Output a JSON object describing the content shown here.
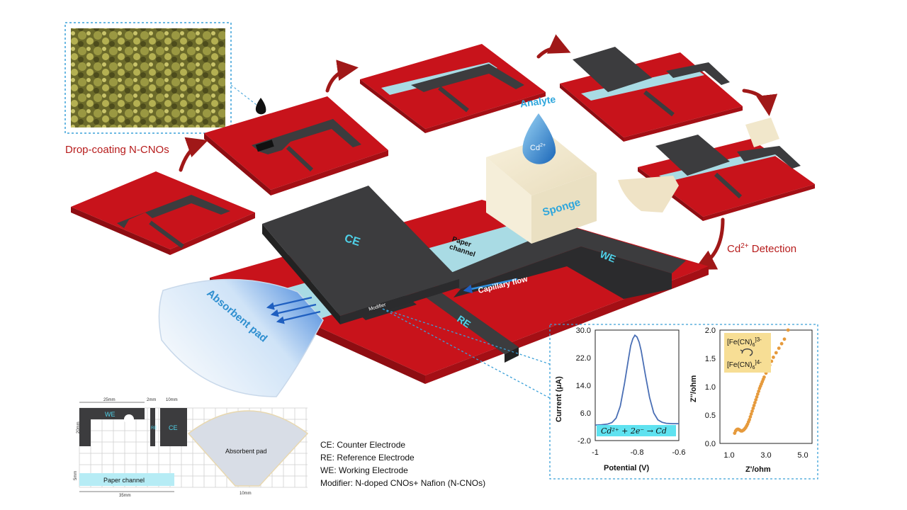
{
  "steps": {
    "dropcoat_label": "Drop-coating N-CNOs",
    "detection_label": "Cd",
    "detection_sup": "2+",
    "detection_suffix": " Detection",
    "analyte_label": "Analyte",
    "drop_ion": "Cd",
    "drop_ion_sup": "2+",
    "sponge_label": "Sponge"
  },
  "device": {
    "ce": "CE",
    "we": "WE",
    "re": "RE",
    "paper_channel_1": "Paper",
    "paper_channel_2": "channel",
    "capillary_flow": "Capillary flow",
    "modifier": "Modifier",
    "absorbent_pad": "Absorbent pad"
  },
  "schematic": {
    "dim_25": "25mm",
    "dim_2": "2mm",
    "dim_10_top": "10mm",
    "dim_20": "20mm",
    "dim_5": "5mm",
    "dim_35": "35mm",
    "dim_10_bottom": "10mm",
    "we": "WE",
    "re": "RE",
    "ce": "CE",
    "absorbent_pad": "Absorbent pad",
    "paper_channel": "Paper channel"
  },
  "legend": {
    "ce": "CE: Counter Electrode",
    "re": "RE: Reference Electrode",
    "we": "WE: Working Electrode",
    "modifier": "Modifier: N-doped CNOs+ Nafion (N-CNOs)"
  },
  "chart_data": [
    {
      "type": "line",
      "xlabel": "Potential (V)",
      "ylabel": "Current (μA)",
      "xlim": [
        -1.0,
        -0.6
      ],
      "ylim": [
        -2.0,
        30.0
      ],
      "x_ticks": [
        "-1",
        "-0.8",
        "-0.6"
      ],
      "y_ticks": [
        "-2.0",
        "6.0",
        "14.0",
        "22.0",
        "30.0"
      ],
      "annotation": "Cd²⁺ + 2e⁻ → Cd",
      "color": "#4a6fb5",
      "x": [
        -1.0,
        -0.97,
        -0.94,
        -0.92,
        -0.9,
        -0.88,
        -0.86,
        -0.84,
        -0.83,
        -0.82,
        -0.81,
        -0.8,
        -0.79,
        -0.78,
        -0.76,
        -0.74,
        -0.72,
        -0.7,
        -0.68,
        -0.66,
        -0.63,
        -0.6
      ],
      "y": [
        2.5,
        2.6,
        2.8,
        3.2,
        4.5,
        8.0,
        14.5,
        22.0,
        25.5,
        27.5,
        28.5,
        28.0,
        26.5,
        24.0,
        17.0,
        10.5,
        6.0,
        4.0,
        3.3,
        3.0,
        2.9,
        2.9
      ]
    },
    {
      "type": "scatter",
      "xlabel": "Z'/ohm",
      "ylabel": "Z''/ohm",
      "xlim": [
        0.5,
        5.5
      ],
      "ylim": [
        0.0,
        2.0
      ],
      "x_ticks": [
        "1.0",
        "3.0",
        "5.0"
      ],
      "y_ticks": [
        "0.0",
        "0.5",
        "1.0",
        "1.5",
        "2.0"
      ],
      "color": "#e69a3c",
      "legend_top": "[Fe(CN)",
      "legend_top_sub": "6",
      "legend_top_sup": "]3-",
      "legend_bottom": "[Fe(CN)",
      "legend_bottom_sub": "6",
      "legend_bottom_sup": "]4-",
      "x": [
        1.3,
        1.35,
        1.4,
        1.45,
        1.5,
        1.55,
        1.6,
        1.65,
        1.7,
        1.75,
        1.8,
        1.85,
        1.9,
        1.95,
        2.0,
        2.05,
        2.1,
        2.15,
        2.2,
        2.25,
        2.3,
        2.35,
        2.4,
        2.45,
        2.5,
        2.55,
        2.6,
        2.65,
        2.7,
        2.75,
        2.8,
        2.85,
        2.9,
        3.0,
        3.1,
        3.2,
        3.3,
        3.4,
        3.55,
        3.7,
        3.85,
        4.0,
        4.2
      ],
      "y": [
        0.18,
        0.22,
        0.24,
        0.25,
        0.25,
        0.24,
        0.23,
        0.22,
        0.22,
        0.23,
        0.24,
        0.26,
        0.28,
        0.31,
        0.34,
        0.38,
        0.42,
        0.47,
        0.52,
        0.57,
        0.62,
        0.67,
        0.72,
        0.77,
        0.82,
        0.87,
        0.92,
        0.97,
        1.01,
        1.05,
        1.09,
        1.13,
        1.17,
        1.24,
        1.31,
        1.38,
        1.45,
        1.52,
        1.6,
        1.68,
        1.76,
        1.84,
        2.0
      ]
    }
  ]
}
